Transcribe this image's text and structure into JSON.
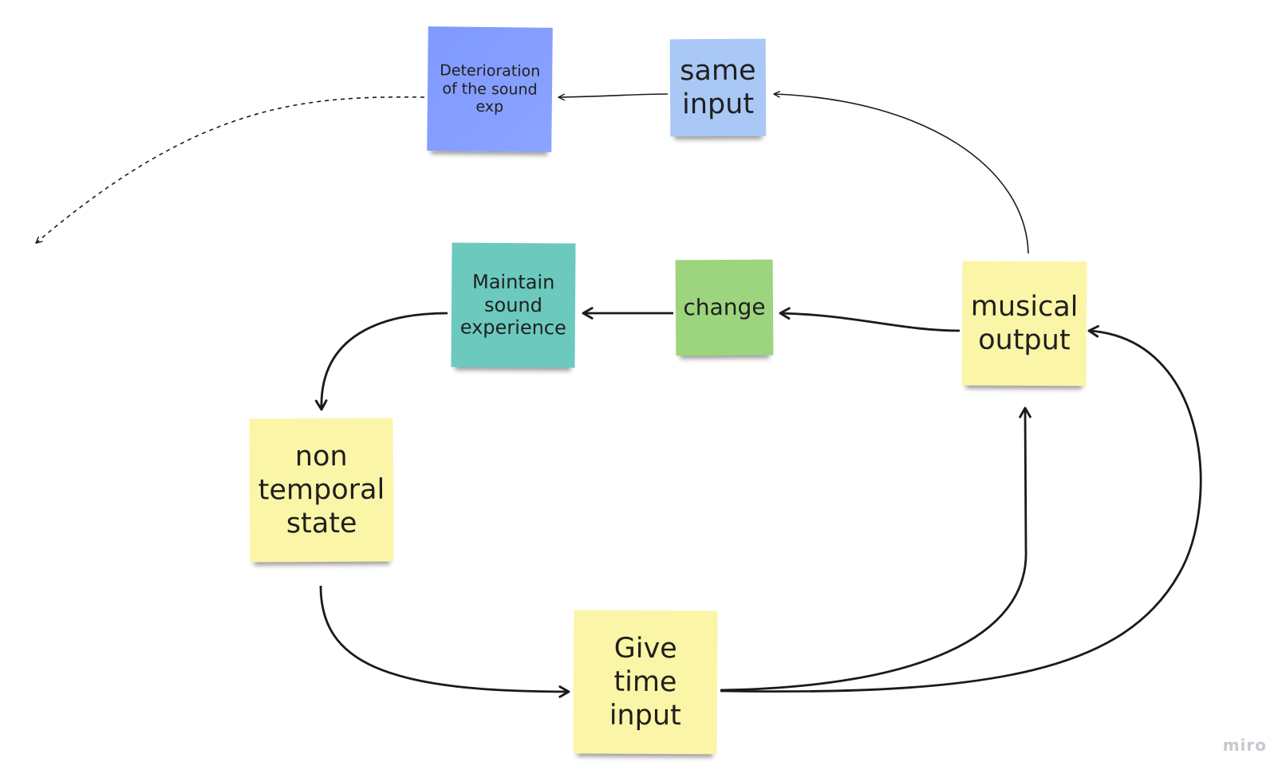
{
  "colors": {
    "background": "#ffffff",
    "connector": "#1a1a1a",
    "watermark": "#c7c9cf"
  },
  "notes": {
    "deterioration": {
      "text": "Deterioration\nof the sound\nexp",
      "color": "#8099ff"
    },
    "same_input": {
      "text": "same\ninput",
      "color": "#a9c8f5"
    },
    "maintain": {
      "text": "Maintain\nsound\nexperience",
      "color": "#6cc9bd"
    },
    "change": {
      "text": "change",
      "color": "#9dd47e"
    },
    "musical_output": {
      "text": "musical\noutput",
      "color": "#fbf5a7"
    },
    "non_temporal_state": {
      "text": "non\ntemporal\nstate",
      "color": "#fbf5a7"
    },
    "give_time_input": {
      "text": "Give\ntime\ninput",
      "color": "#fbf5a7"
    }
  },
  "connectors": [
    {
      "from": "musical_output",
      "to": "same_input",
      "style": "thin"
    },
    {
      "from": "same_input",
      "to": "deterioration",
      "style": "thin"
    },
    {
      "from": "deterioration",
      "to": "off-board",
      "style": "dashed"
    },
    {
      "from": "musical_output",
      "to": "change",
      "style": "thick"
    },
    {
      "from": "change",
      "to": "maintain",
      "style": "thick"
    },
    {
      "from": "maintain",
      "to": "non_temporal_state",
      "style": "thick"
    },
    {
      "from": "non_temporal_state",
      "to": "give_time_input",
      "style": "thick"
    },
    {
      "from": "give_time_input",
      "to": "musical_output",
      "style": "thick"
    },
    {
      "from": "give_time_input",
      "to": "musical_output",
      "style": "thick"
    }
  ],
  "watermark": "miro"
}
